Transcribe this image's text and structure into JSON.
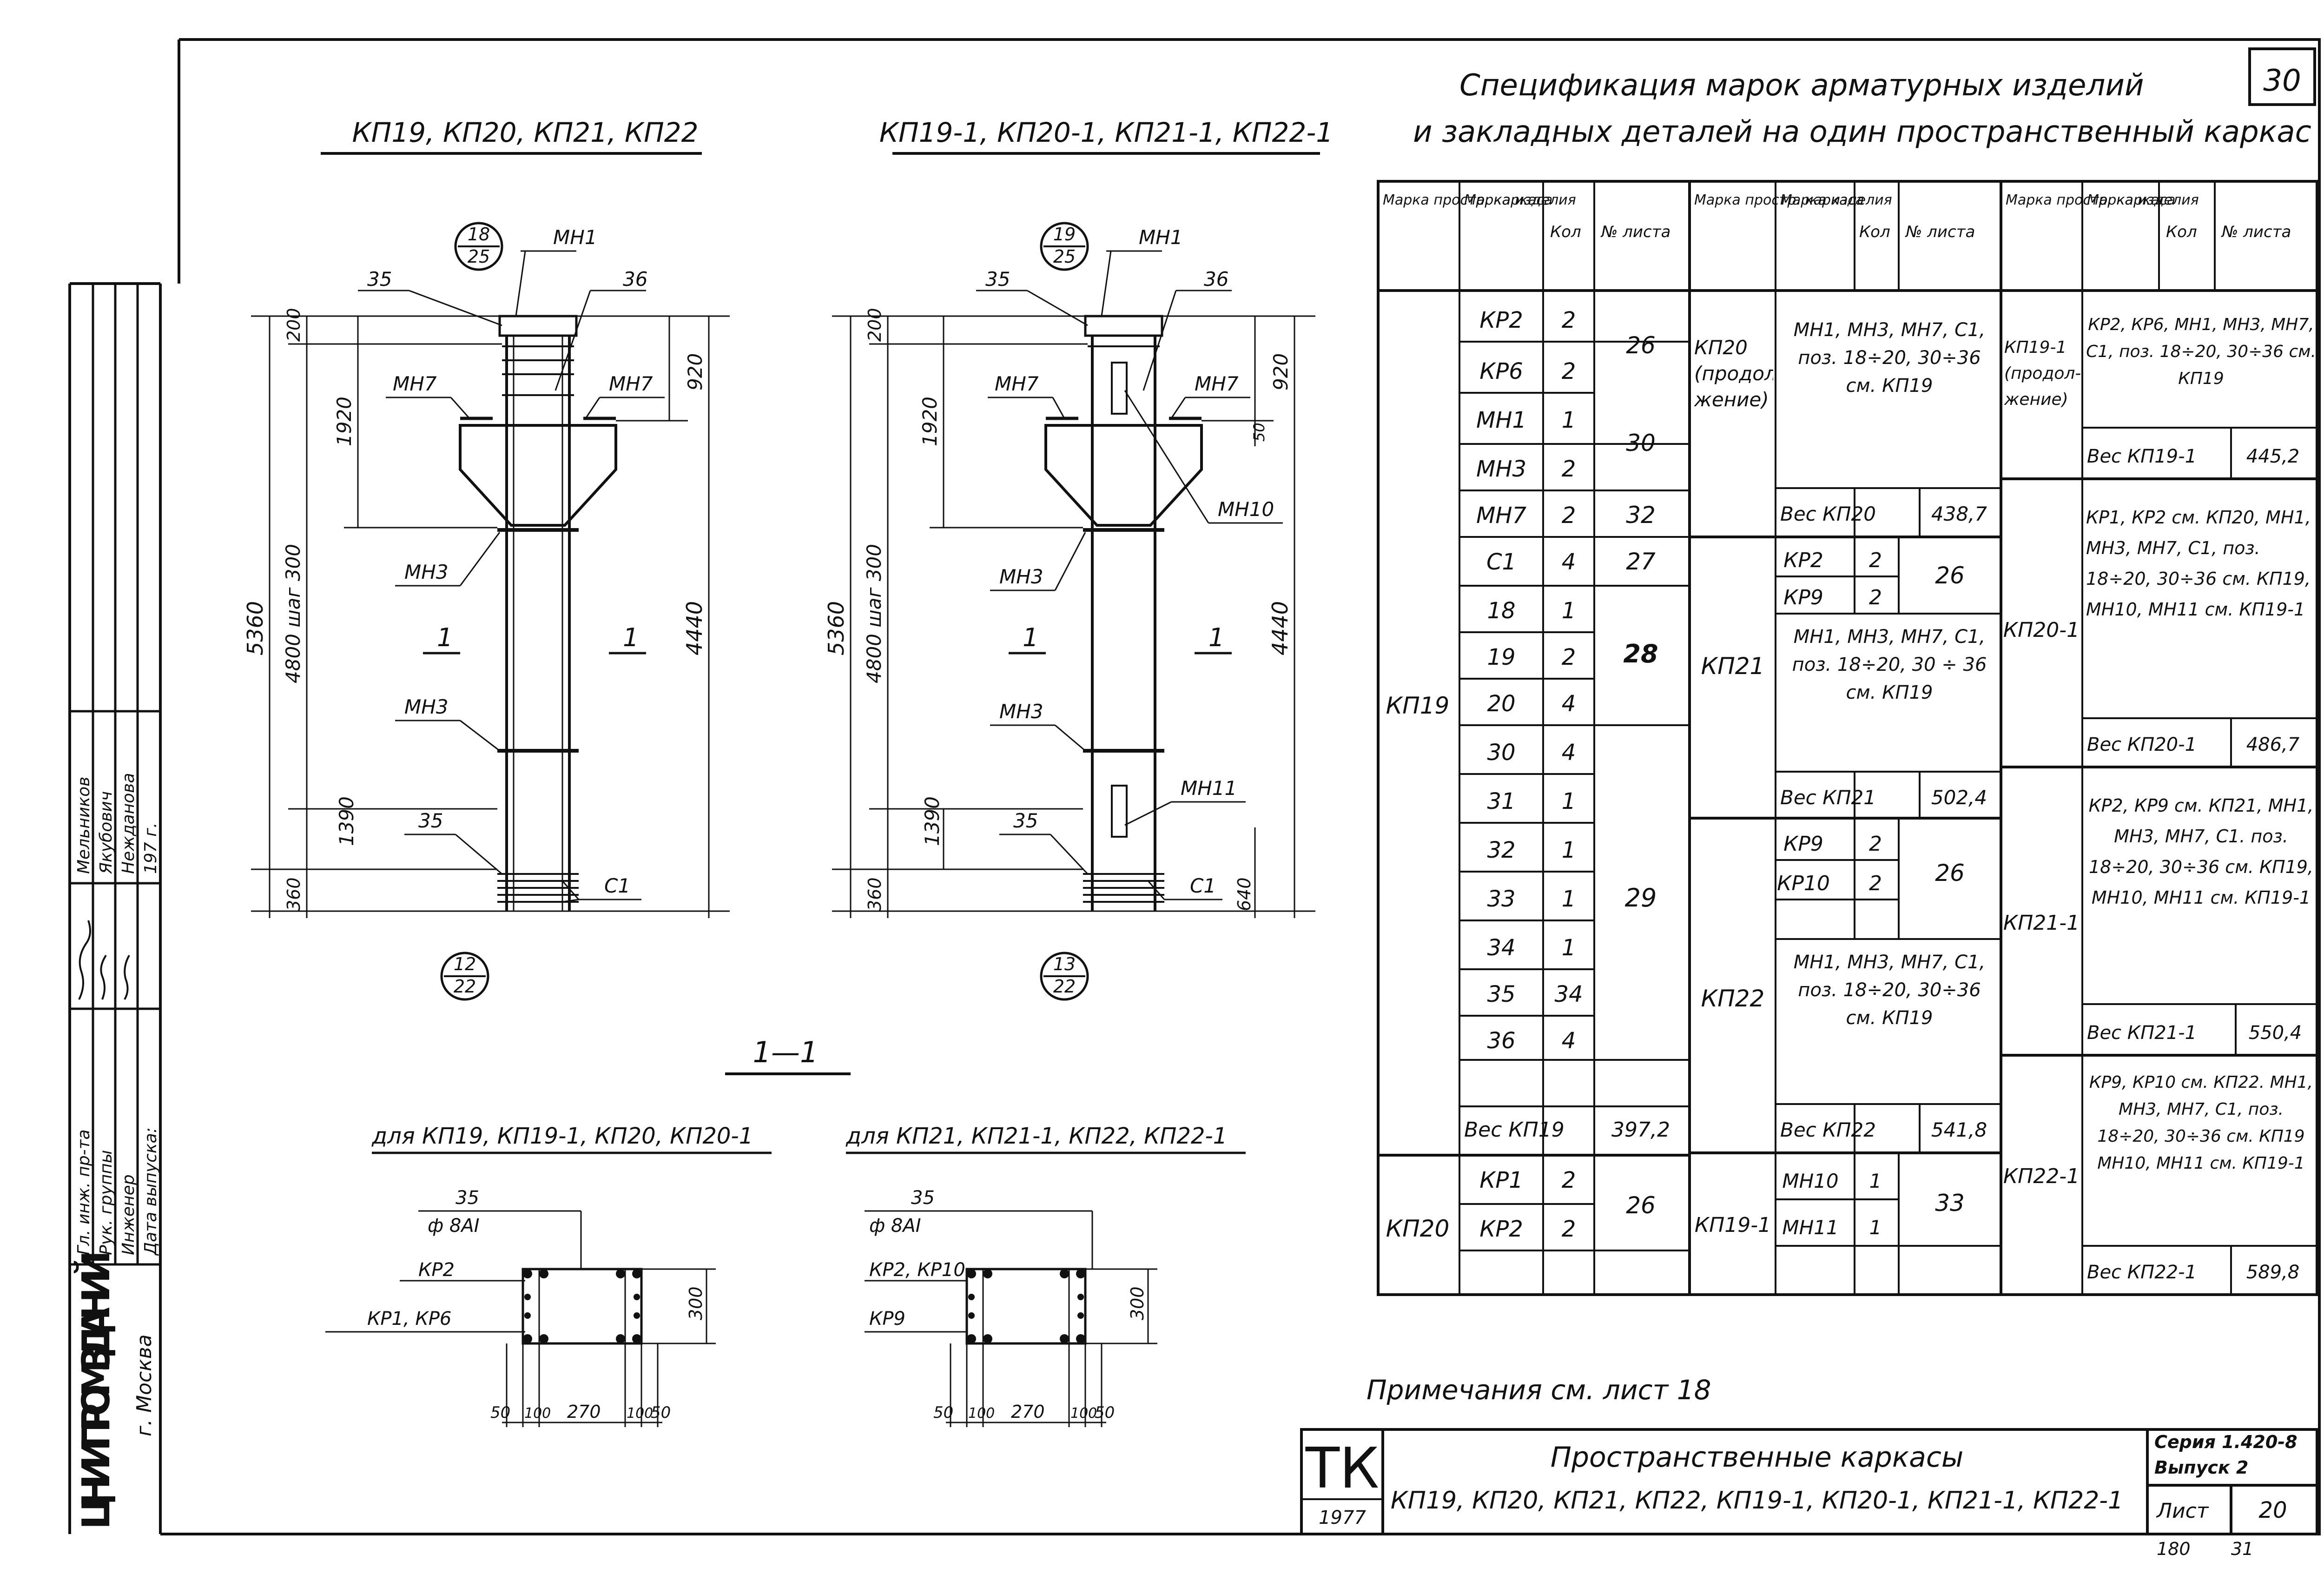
{
  "sheet_number": "30",
  "titles": {
    "left_drawing": "КП19, КП20, КП21, КП22",
    "right_drawing": "КП19-1, КП20-1, КП21-1, КП22-1",
    "spec_line1": "Спецификация марок арматурных изделий",
    "spec_line2": "и закладных деталей на один пространственный каркас",
    "section_mark": "1—1",
    "section_left": "для КП19, КП19-1, КП20, КП20-1",
    "section_right": "для КП21, КП21-1, КП22, КП22-1",
    "notes": "Примечания см. лист 18"
  },
  "left_elevation": {
    "circle_top_num": "18",
    "circle_top_den": "25",
    "circle_bottom_num": "12",
    "circle_bottom_den": "22",
    "labels": {
      "mn1": "МН1",
      "p35_top": "35",
      "p36": "36",
      "mn7_left": "МН7",
      "mn7_right": "МН7",
      "mn3_top": "МН3",
      "mn3_bottom": "МН3",
      "p35_bottom": "35",
      "c1": "С1",
      "section_left": "1",
      "section_right": "1"
    },
    "dims": {
      "d200": "200",
      "d1920": "1920",
      "d4800": "4800 шаг 300",
      "d5360": "5360",
      "d1390": "1390",
      "d360": "360",
      "d920": "920",
      "d4440": "4440"
    }
  },
  "right_elevation": {
    "circle_top_num": "19",
    "circle_top_den": "25",
    "circle_bottom_num": "13",
    "circle_bottom_den": "22",
    "labels": {
      "mn1": "МН1",
      "p35_top": "35",
      "p36": "36",
      "mn7_left": "МН7",
      "mn7_right": "МН7",
      "mn10": "МН10",
      "mn3_top": "МН3",
      "mn3_bottom": "МН3",
      "mn11": "МН11",
      "p35_bottom": "35",
      "c1": "С1",
      "section_left": "1",
      "section_right": "1"
    },
    "dims": {
      "d200": "200",
      "d1920": "1920",
      "d4800": "4800 шаг 300",
      "d5360": "5360",
      "d1390": "1390",
      "d360": "360",
      "d920": "920",
      "d4440": "4440",
      "d50": "50",
      "d640": "640"
    }
  },
  "section_left": {
    "p35": "35",
    "rebar": "ф 8АI",
    "kp_top": "КР2",
    "kp_bottom": "КР1, КР6",
    "d300": "300",
    "d50a": "50",
    "d100a": "100",
    "d270": "270",
    "d100b": "100",
    "d50b": "50"
  },
  "section_right": {
    "p35": "35",
    "rebar": "ф 8АI",
    "kp_top": "КР2, КР10",
    "kp_bottom": "КР9",
    "d300": "300",
    "d50a": "50",
    "d100a": "100",
    "d270": "270",
    "d100b": "100",
    "d50b": "50"
  },
  "side_stamp": {
    "org": "ЦНИИПРОМЗДАНИЙ",
    "city": "г. Москва",
    "rows": [
      {
        "role": "Гл. инж. пр-та",
        "sign": "",
        "name": "Мельников"
      },
      {
        "role": "Рук. группы",
        "sign": "",
        "name": "Якубович"
      },
      {
        "role": "Инженер",
        "sign": "",
        "name": "Неждановa"
      },
      {
        "role": "Дата выпуска:",
        "sign": "",
        "name": "197 г."
      }
    ]
  },
  "spec": {
    "headers": [
      "Марка простр. каркаса",
      "Марка изделия",
      "Кол",
      "№ листа"
    ],
    "col1": {
      "kp19_label": "КП19",
      "kp19_rows": [
        [
          "КР2",
          "2"
        ],
        [
          "КР6",
          "2"
        ],
        [
          "МН1",
          "1"
        ],
        [
          "МН3",
          "2"
        ],
        [
          "МН7",
          "2"
        ],
        [
          "С1",
          "4"
        ],
        [
          "18",
          "1"
        ],
        [
          "19",
          "2"
        ],
        [
          "20",
          "4"
        ],
        [
          "30",
          "4"
        ],
        [
          "31",
          "1"
        ],
        [
          "32",
          "1"
        ],
        [
          "33",
          "1"
        ],
        [
          "34",
          "1"
        ],
        [
          "35",
          "34"
        ],
        [
          "36",
          "4"
        ]
      ],
      "kp19_sheets": {
        "s26": "26",
        "s30": "30",
        "s32": "32",
        "s27": "27",
        "s28": "28",
        "s29": "29"
      },
      "kp19_weight_label": "Вес КП19",
      "kp19_weight": "397,2",
      "kp20_label": "КП20",
      "kp20_rows": [
        [
          "КР1",
          "2"
        ],
        [
          "КР2",
          "2"
        ]
      ],
      "kp20_sheet": "26"
    },
    "col2": {
      "kp20_label": "КП20 (продол- жение)",
      "kp20_text": "МН1, МН3, МН7, С1, поз. 18÷20, 30÷36 см. КП19",
      "kp20_weight_label": "Вес КП20",
      "kp20_weight": "438,7",
      "kp21_label": "КП21",
      "kp21_rows": [
        [
          "КР2",
          "2"
        ],
        [
          "КР9",
          "2"
        ]
      ],
      "kp21_sheet": "26",
      "kp21_text": "МН1, МН3, МН7, С1, поз. 18÷20, 30 ÷ 36 см. КП19",
      "kp21_weight_label": "Вес КП21",
      "kp21_weight": "502,4",
      "kp22_label": "КП22",
      "kp22_rows": [
        [
          "КР9",
          "2"
        ],
        [
          "КР10",
          "2"
        ]
      ],
      "kp22_sheet": "26",
      "kp22_text": "МН1, МН3, МН7, С1, поз. 18÷20, 30÷36 см. КП19",
      "kp22_weight_label": "Вес КП22",
      "kp22_weight": "541,8",
      "kp191_label": "КП19-1",
      "kp191_rows": [
        [
          "МН10",
          "1"
        ],
        [
          "МН11",
          "1"
        ]
      ],
      "kp191_sheet": "33"
    },
    "col3": {
      "kp191_label": "КП19-1 (продол- жение)",
      "kp191_text": "КР2, КР6, МН1, МН3, МН7, С1, поз. 18÷20, 30÷36 см. КП19",
      "kp191_weight_label": "Вес КП19-1",
      "kp191_weight": "445,2",
      "kp201_label": "КП20-1",
      "kp201_text": "КР1, КР2 см. КП20, МН1, МН3, МН7, С1, поз. 18÷20, 30÷36 см. КП19, МН10, МН11 см. КП19-1",
      "kp201_weight_label": "Вес КП20-1",
      "kp201_weight": "486,7",
      "kp211_label": "КП21-1",
      "kp211_text": "КР2, КР9 см. КП21, МН1, МН3, МН7, С1. поз. 18÷20, 30÷36 см. КП19, МН10, МН11 см. КП19-1",
      "kp211_weight_label": "Вес КП21-1",
      "kp211_weight": "550,4",
      "kp221_label": "КП22-1",
      "kp221_text": "КР9, КР10 см. КП22. МН1, МН3, МН7, С1, поз. 18÷20, 30÷36 см. КП19 МН10, МН11 см. КП19-1",
      "kp221_weight_label": "Вес КП22-1",
      "kp221_weight": "589,8"
    }
  },
  "title_block": {
    "tk": "ТК",
    "year": "1977",
    "title_line1": "Пространственные каркасы",
    "title_line2": "КП19, КП20, КП21, КП22, КП19-1, КП20-1, КП21-1, КП22-1",
    "series": "Серия 1.420-8",
    "issue": "Выпуск 2",
    "sheet_label": "Лист",
    "sheet_value": "20",
    "under_left": "180",
    "under_right": "31"
  }
}
